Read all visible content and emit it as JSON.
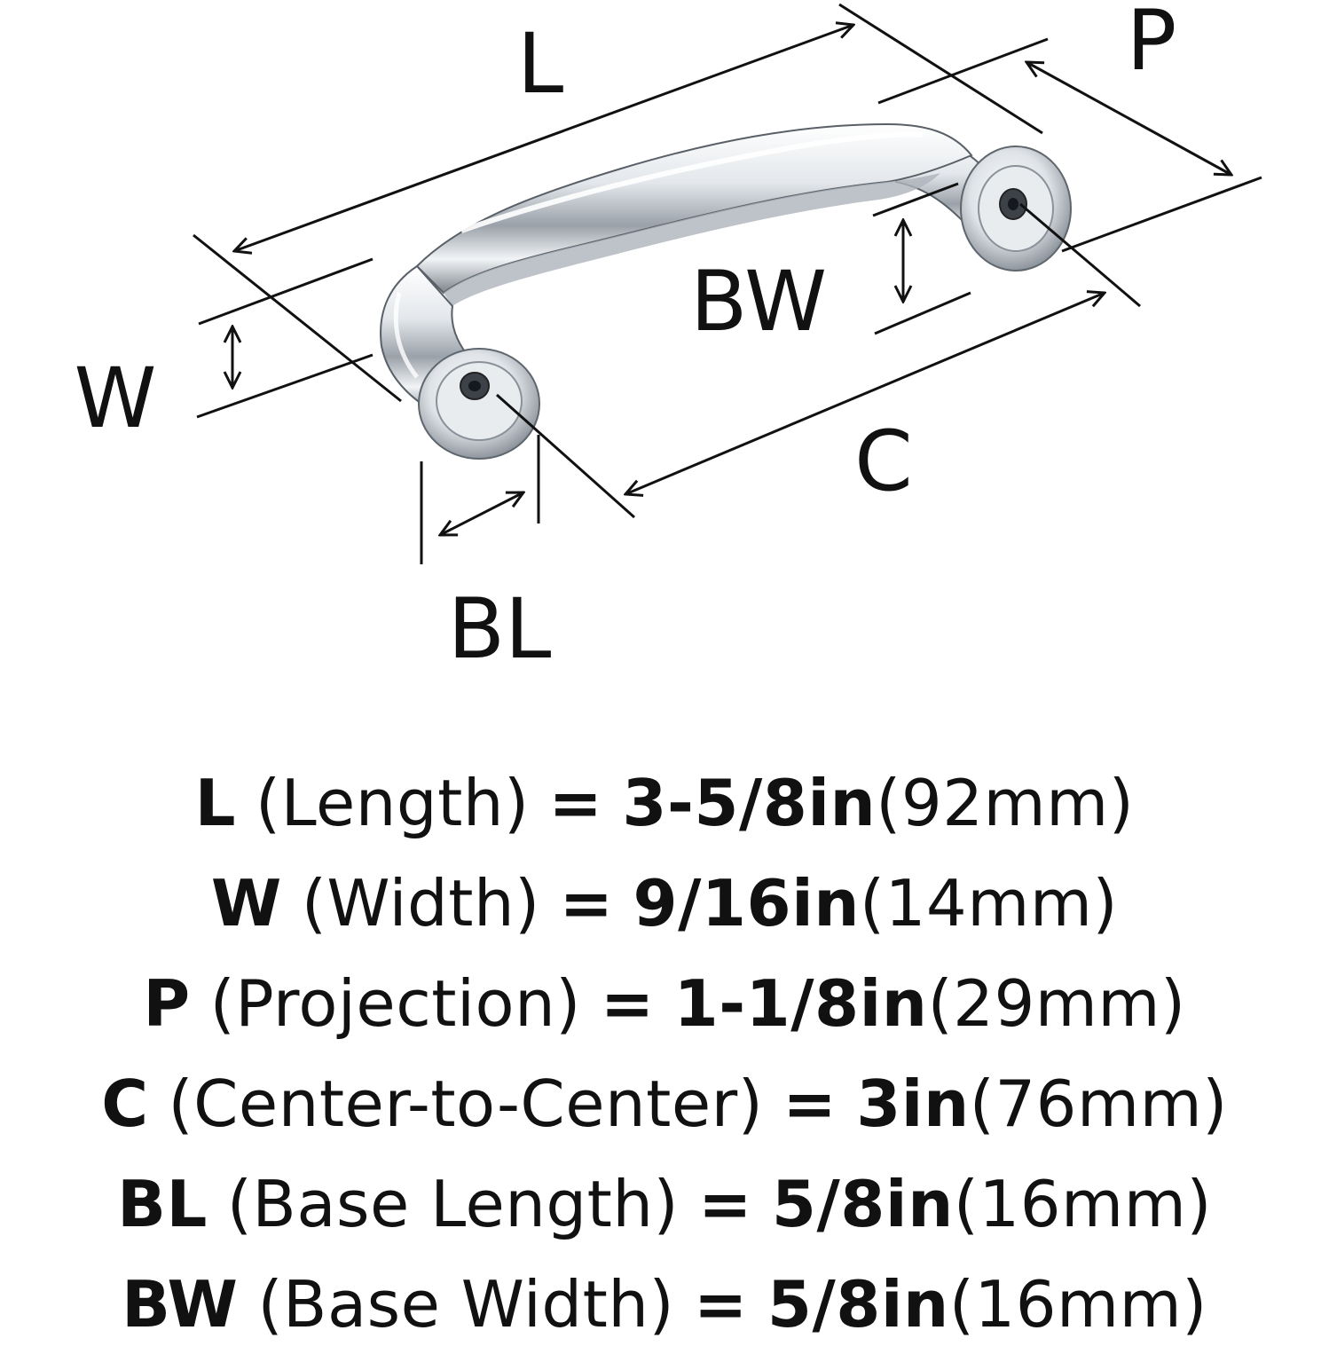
{
  "diagram": {
    "labels": {
      "L": "L",
      "P": "P",
      "W": "W",
      "BW": "BW",
      "C": "C",
      "BL": "BL"
    },
    "colors": {
      "line": "#111111",
      "chrome_light": "#f4f6f8",
      "chrome_mid": "#c9ced4",
      "chrome_dark": "#4a5058"
    }
  },
  "specs": [
    {
      "symbol": "L",
      "name": "(Length)",
      "equals": "=",
      "inches": "3-5/8in",
      "mm": "(92mm)"
    },
    {
      "symbol": "W",
      "name": "(Width)",
      "equals": "=",
      "inches": "9/16in",
      "mm": "(14mm)"
    },
    {
      "symbol": "P",
      "name": "(Projection)",
      "equals": "=",
      "inches": "1-1/8in",
      "mm": "(29mm)"
    },
    {
      "symbol": "C",
      "name": "(Center-to-Center)",
      "equals": "=",
      "inches": "3in",
      "mm": "(76mm)"
    },
    {
      "symbol": "BL",
      "name": "(Base Length)",
      "equals": "=",
      "inches": "5/8in",
      "mm": "(16mm)"
    },
    {
      "symbol": "BW",
      "name": "(Base Width)",
      "equals": "=",
      "inches": "5/8in",
      "mm": "(16mm)"
    }
  ]
}
